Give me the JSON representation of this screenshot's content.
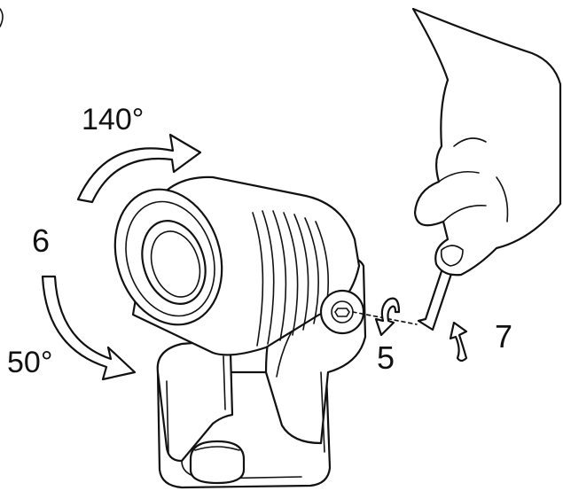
{
  "labels": {
    "tilt_up_angle": "140°",
    "tilt_down_angle": "50°",
    "step_tilt": "6",
    "step_loosen": "5",
    "step_tighten": "7"
  },
  "colors": {
    "line": "#111111",
    "background": "#ffffff"
  },
  "icons": {
    "rotate_up": "curved-arrow-right",
    "rotate_down": "curved-arrow-down-right",
    "loosen": "counterclockwise-arrow",
    "tighten": "clockwise-arrow"
  }
}
